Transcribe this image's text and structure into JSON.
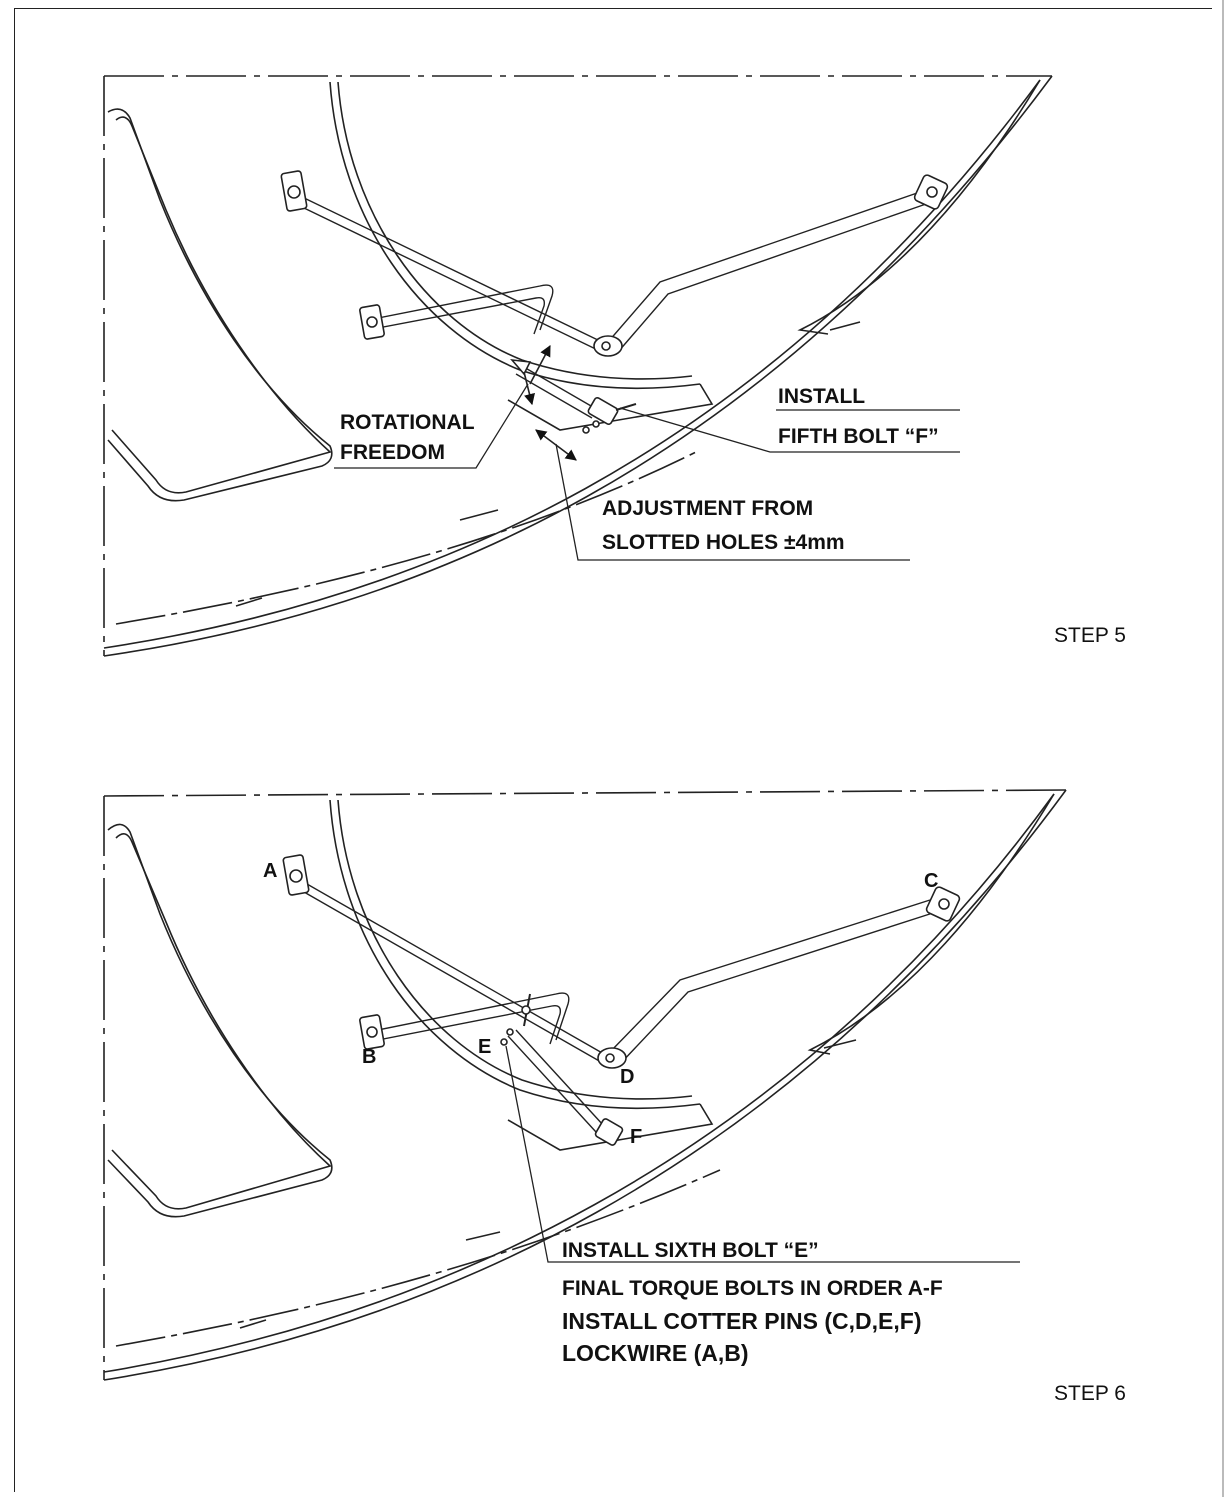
{
  "step5": {
    "step_label": "STEP 5",
    "notes": {
      "rotational_line1": "ROTATIONAL",
      "rotational_line2": "FREEDOM",
      "install_line1": "INSTALL",
      "install_line2": "FIFTH BOLT “F”",
      "adjust_line1": "ADJUSTMENT  FROM",
      "adjust_line2": "SLOTTED HOLES ±4mm"
    }
  },
  "step6": {
    "step_label": "STEP 6",
    "points": {
      "a": "A",
      "b": "B",
      "c": "C",
      "d": "D",
      "e": "E",
      "f": "F"
    },
    "notes": {
      "line1": "INSTALL SIXTH BOLT “E”",
      "line2": "FINAL TORQUE BOLTS IN ORDER A-F",
      "line3": "INSTALL COTTER PINS (C,D,E,F)",
      "line4": "LOCKWIRE (A,B)"
    }
  }
}
